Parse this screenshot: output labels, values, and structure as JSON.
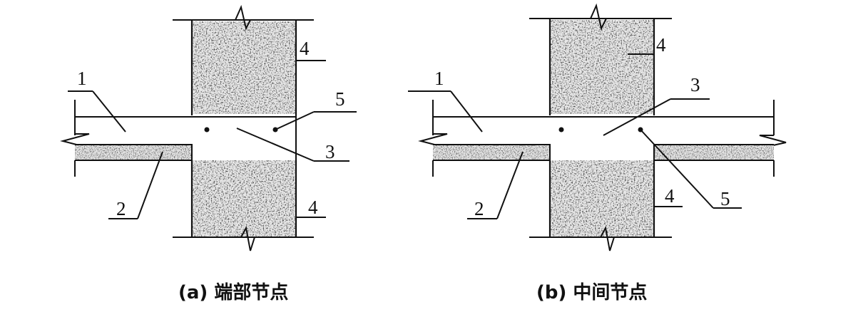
{
  "diagram_a": {
    "caption": "(a) 端部节点",
    "labels": {
      "beam": "1",
      "underlay": "2",
      "core": "3",
      "wall": "4",
      "point": "5"
    }
  },
  "diagram_b": {
    "caption": "(b) 中间节点",
    "labels": {
      "beam": "1",
      "underlay": "2",
      "core": "3",
      "wall": "4",
      "point": "5"
    }
  }
}
